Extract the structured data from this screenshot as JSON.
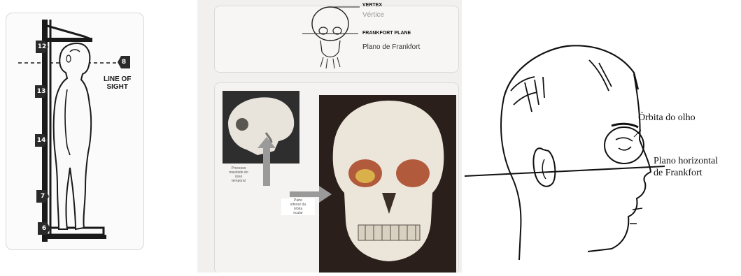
{
  "left_panel": {
    "markers": [
      "12",
      "8",
      "13",
      "14",
      "7",
      "6"
    ],
    "line_of_sight_label": [
      "LINE OF",
      "SIGHT"
    ]
  },
  "middle_panel": {
    "top_labels": {
      "vertex_en": "VERTEX",
      "vertex_pt": "Vértice",
      "frankfort_en": "FRANKFORT PLANE",
      "frankfort_pt": "Plano de Frankfort"
    },
    "small_caption": [
      "Processo",
      "mastoide do",
      "osso",
      "temporal"
    ],
    "big_caption": [
      "Parte",
      "inferior da",
      "órbita",
      "ocular"
    ]
  },
  "right_panel": {
    "orbit_label": "Órbita do olho",
    "frankfort_label": [
      "Plano horizontal",
      "de Frankfort"
    ]
  },
  "colors": {
    "ink": "#1a1a1a",
    "photo_bg": "#2a1f1a",
    "arrow_gray": "#9a9a9a"
  }
}
